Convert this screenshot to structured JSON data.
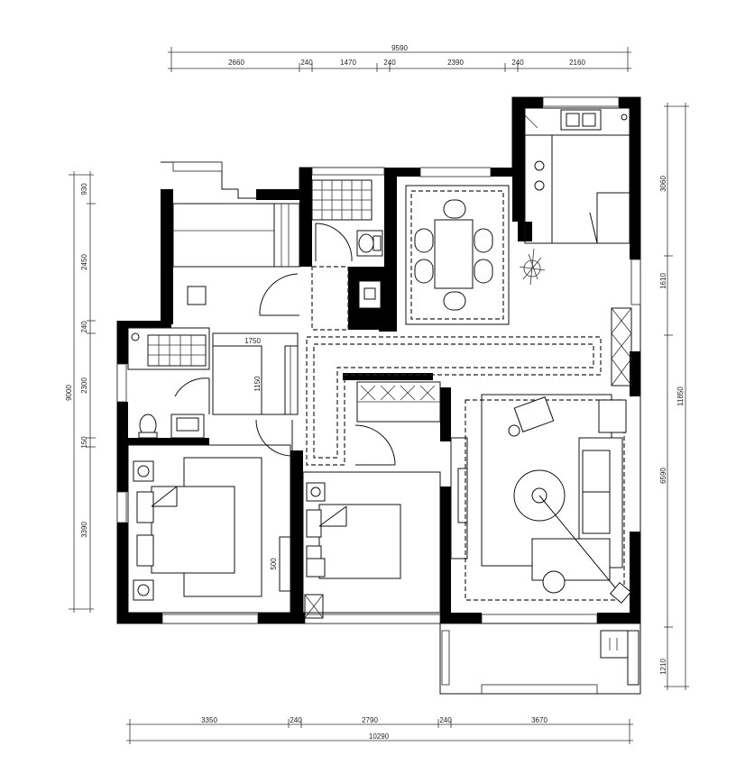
{
  "plan": {
    "top_dims": {
      "total": "9590",
      "segments": [
        "2660",
        "240",
        "1470",
        "240",
        "2390",
        "240",
        "2160"
      ]
    },
    "bottom_dims": {
      "total": "10290",
      "segments": [
        "3350",
        "240",
        "2790",
        "240",
        "3670"
      ]
    },
    "left_dims": {
      "total": "9000",
      "segments": [
        "930",
        "2450",
        "240",
        "2300",
        "150",
        "3390"
      ]
    },
    "right_dims": {
      "total": "11850",
      "segments": [
        "3060",
        "1610",
        "6590",
        "1210"
      ]
    },
    "inner_dims": {
      "wardrobe_width": "1750",
      "wardrobe_depth": "1150",
      "desk": "500"
    }
  }
}
